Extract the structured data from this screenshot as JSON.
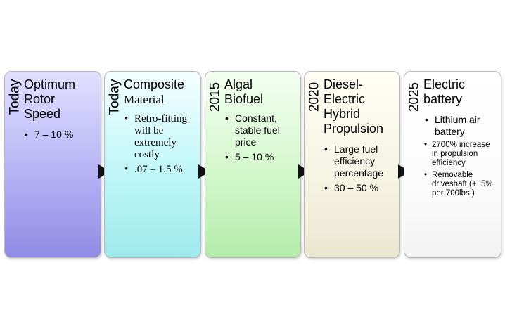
{
  "stages": [
    {
      "year": "Today",
      "title": [
        "Optimum",
        "Rotor",
        "Speed"
      ],
      "bullets": [
        "7 – 10 %"
      ]
    },
    {
      "year": "Today",
      "title": [
        "Composite",
        "Material"
      ],
      "bullets": [
        "Retro-fitting will be extremely costly",
        ".07 – 1.5 %"
      ]
    },
    {
      "year": "2015",
      "title": [
        "Algal",
        "Biofuel"
      ],
      "bullets": [
        "Constant, stable fuel price",
        "5 – 10 %"
      ]
    },
    {
      "year": "2020",
      "title": [
        "Diesel-",
        "Electric",
        "Hybrid",
        "Propulsion"
      ],
      "bullets": [
        "Large fuel efficiency percentage",
        "30 – 50 %"
      ]
    },
    {
      "year": "2025",
      "title": [
        "Electric",
        "battery"
      ],
      "bullets": [
        "Lithium air battery",
        "2700% increase in propulsion efficiency",
        "Removable driveshaft (+. 5% per 700lbs.)"
      ]
    }
  ],
  "colors": {
    "stage1": "#b6b2f4",
    "stage2": "#bff6f8",
    "stage3": "#d3f7cc",
    "stage4": "#f6f4e4",
    "stage5": "#fcfcfc",
    "arrow": "#111111"
  }
}
